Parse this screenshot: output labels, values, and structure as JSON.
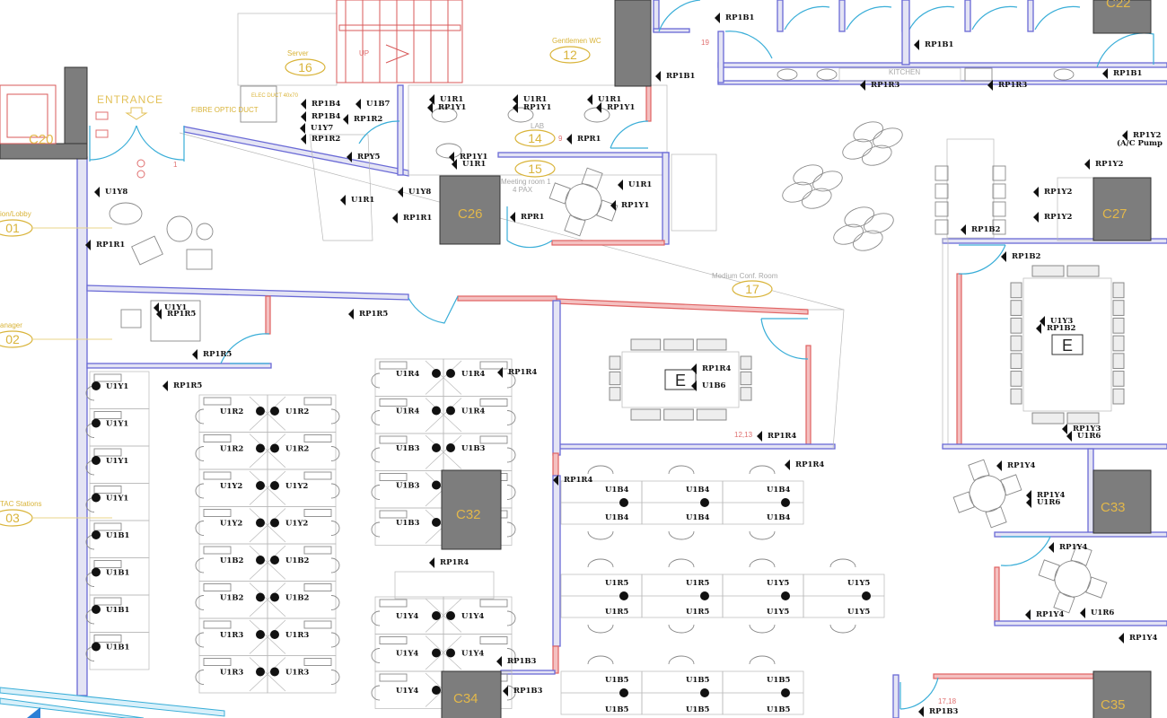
{
  "colors": {
    "wall": "#6a6ad6",
    "partition": "#e06262",
    "door": "#3aaed8",
    "column": "#7d7d7d",
    "room_tag": "#d9b43a",
    "outlet": "#111111"
  },
  "labels": {
    "entrance": "ENTRANCE",
    "kitchen": "KITCHEN",
    "stair_up": "UP",
    "fibre_duct": "FIBRE OPTIC DUCT",
    "elec_duct": "ELEC DUCT 40x70",
    "meeting_room_1": "Meeting room 1",
    "meeting_pax": "4 PAX",
    "lab": "LAB",
    "medium_conf": "Medium Conf. Room",
    "screen_e1": "E",
    "screen_e2": "E"
  },
  "red_numbers": [
    "19",
    "9",
    "12,13",
    "17,18",
    "1"
  ],
  "room_tags": [
    {
      "num": "16",
      "name": "Server"
    },
    {
      "num": "12",
      "name": "Gentlemen WC"
    },
    {
      "num": "14",
      "name": ""
    },
    {
      "num": "15",
      "name": ""
    },
    {
      "num": "17",
      "name": ""
    },
    {
      "num": "01",
      "name": "ion/Lobby"
    },
    {
      "num": "02",
      "name": "anager"
    },
    {
      "num": "03",
      "name": "TAC Stations"
    }
  ],
  "columns": [
    "C20",
    "C22",
    "C26",
    "C27",
    "C32",
    "C33",
    "C34",
    "C35"
  ],
  "outlet_tags": [
    "RP1B1",
    "RP1B1",
    "RP1B1",
    "RP1R3",
    "RP1R3",
    "RP1B1",
    "RP1B4",
    "U1B7",
    "RP1B4",
    "RP1R2",
    "U1Y7",
    "RP1R2",
    "RPY5",
    "U1R1",
    "RP1Y1",
    "U1R1",
    "RP1Y1",
    "U1R1",
    "RP1Y1",
    "RPR1",
    "RP1Y1",
    "U1R1",
    "U1Y8",
    "RP1R1",
    "RPR1",
    "U1R1",
    "RP1Y1",
    "U1R1",
    "U1Y8",
    "RP1R1",
    "RP1Y2",
    "(A/C Pump",
    "RP1Y2",
    "RP1Y2",
    "RP1Y2",
    "RP1B2",
    "RP1B2",
    "U1Y1",
    "RP1R5",
    "RP1R5",
    "RP1R5",
    "RP1R5",
    "RP1R4",
    "RP1R4",
    "U1B6",
    "U1Y3",
    "RP1B2",
    "RP1Y3",
    "U1R6",
    "RP1R4",
    "RP1R4",
    "RP1Y4",
    "RP1R4",
    "RP1Y4",
    "U1R6",
    "RP1Y4",
    "RP1Y4",
    "U1R6",
    "RP1Y4",
    "RP1B3",
    "RP1B3",
    "RP1B3",
    "RP1R4"
  ],
  "workstations": {
    "left_column": [
      "U1Y1",
      "U1Y1",
      "U1Y1",
      "U1Y1",
      "U1B1",
      "U1B1",
      "U1B1",
      "U1B1"
    ],
    "middle_left": [
      "U1R2",
      "U1R2",
      "U1Y2",
      "U1Y2",
      "U1B2",
      "U1B2",
      "U1R3",
      "U1R3"
    ],
    "middle_right": [
      "U1R2",
      "U1R2",
      "U1Y2",
      "U1Y2",
      "U1B2",
      "U1B2",
      "U1R3",
      "U1R3"
    ],
    "right_top_left": [
      "U1R4",
      "U1R4",
      "U1B3",
      "U1B3",
      "U1B3"
    ],
    "right_top_right": [
      "U1R4",
      "U1R4",
      "U1B3",
      "",
      ""
    ],
    "right_bottom_left": [
      "U1Y4",
      "U1Y4",
      "U1Y4"
    ],
    "right_bottom_right": [
      "U1Y4",
      "U1Y4",
      ""
    ]
  },
  "office_desks": [
    {
      "top": [
        "U1B4",
        "U1B4",
        "U1B4"
      ],
      "bottom": [
        "U1B4",
        "U1B4",
        "U1B4"
      ]
    },
    {
      "top": [
        "U1R5",
        "U1R5",
        "U1Y5",
        "U1Y5"
      ],
      "bottom": [
        "U1R5",
        "U1R5",
        "U1Y5",
        "U1Y5"
      ]
    },
    {
      "top": [
        "U1B5",
        "U1B5",
        "U1B5"
      ],
      "bottom": [
        "U1B5",
        "U1B5",
        "U1B5"
      ]
    }
  ]
}
